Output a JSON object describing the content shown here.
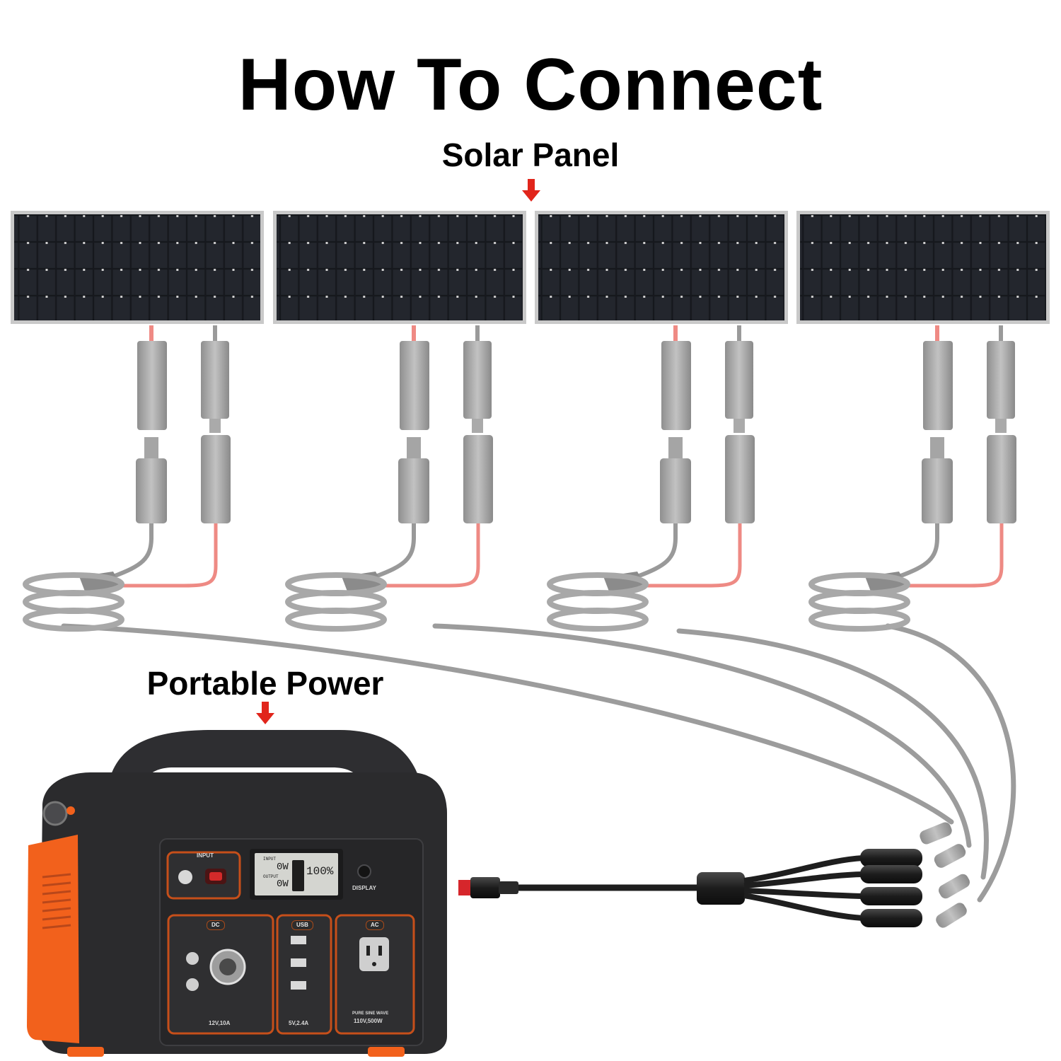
{
  "title": "How To Connect",
  "labels": {
    "solar_panel": "Solar Panel",
    "portable_power": "Portable Power"
  },
  "station": {
    "input": "INPUT",
    "display": "DISPLAY",
    "dc": "DC",
    "usb": "USB",
    "ac": "AC",
    "dc_rating": "12V,10A",
    "usb_rating": "5V,2.4A",
    "ac_wave": "PURE SINE WAVE",
    "ac_rating": "110V,500W",
    "lcd_input_label": "INPUT",
    "lcd_output_label": "OUTPUT",
    "lcd_input_value": "0W",
    "lcd_output_value": "0W",
    "lcd_percent": "100%"
  },
  "colors": {
    "arrow": "#e1251b",
    "panel": "#1b1d22",
    "cable": "#999999",
    "red_cable": "#e98a84",
    "orange": "#f2611c",
    "body": "#2b2b2d"
  }
}
